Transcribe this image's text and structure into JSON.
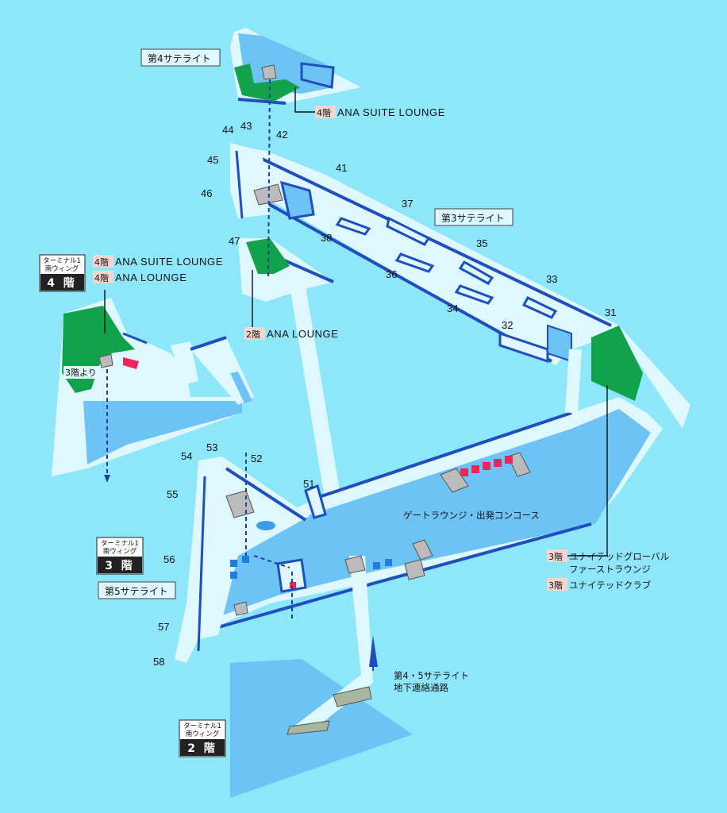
{
  "satellites": {
    "sat4": "第4サテライト",
    "sat3": "第3サテライト",
    "sat5": "第5サテライト"
  },
  "gates": [
    "31",
    "32",
    "33",
    "34",
    "35",
    "36",
    "37",
    "38",
    "41",
    "42",
    "43",
    "44",
    "45",
    "46",
    "47",
    "51",
    "52",
    "53",
    "54",
    "55",
    "56",
    "57",
    "58"
  ],
  "lounges": {
    "sat4_top": {
      "floor": "4階",
      "name": "ANA SUITE LOUNGE"
    },
    "sat4_a": {
      "floor": "4階",
      "name": "ANA SUITE LOUNGE"
    },
    "sat4_b": {
      "floor": "4階",
      "name": "ANA LOUNGE"
    },
    "sat2": {
      "floor": "2階",
      "name": "ANA LOUNGE"
    },
    "united_gf": {
      "floor": "3階",
      "name_line1": "ユナイテッドグローバル",
      "name_line2": "ファーストラウンジ"
    },
    "united_club": {
      "floor": "3階",
      "name": "ユナイテッドクラブ"
    }
  },
  "terminal_badges": [
    {
      "line1": "ターミナル1",
      "line2": "南ウィング",
      "floor": "4 階"
    },
    {
      "line1": "ターミナル1",
      "line2": "南ウィング",
      "floor": "3 階"
    },
    {
      "line1": "ターミナル1",
      "line2": "南ウィング",
      "floor": "2 階"
    }
  ],
  "from_3f": "3階より",
  "concourse": "ゲートラウンジ・出発コンコース",
  "tunnel": {
    "line1": "第4・5サテライト",
    "line2": "地下連絡通路"
  },
  "colors": {
    "background": "#8ee6fb",
    "walkway": "#dff7fe",
    "floor_blue": "#6ec3f5",
    "wall": "#1f4fbf",
    "lounge_green": "#11a24b",
    "seat_red": "#e8285a",
    "badge_dark": "#222222"
  }
}
